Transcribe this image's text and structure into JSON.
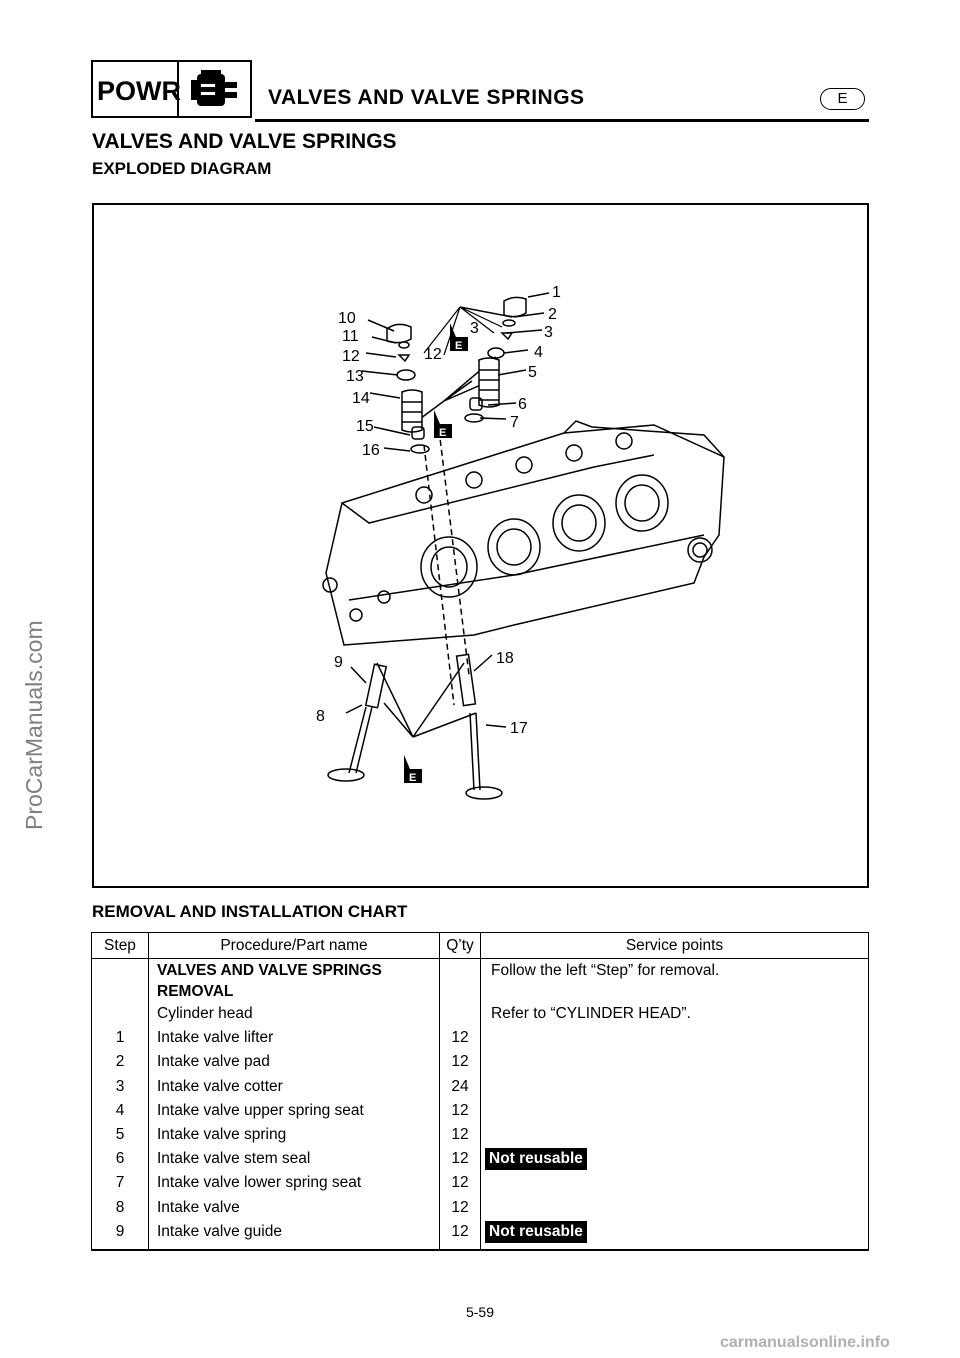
{
  "header": {
    "section_code": "POWR",
    "title": "VALVES AND VALVE SPRINGS",
    "language": "E"
  },
  "section_title": "VALVES AND VALVE SPRINGS",
  "subsection_title": "EXPLODED DIAGRAM",
  "diagram": {
    "icon": "cylinder-head-exploded-diagram",
    "callouts": [
      "1",
      "2",
      "3",
      "4",
      "5",
      "6",
      "7",
      "8",
      "9",
      "10",
      "11",
      "12",
      "13",
      "14",
      "15",
      "16",
      "17",
      "18"
    ],
    "oil_mark_label": "E",
    "inline_number_3": "3",
    "inline_number_12": "12"
  },
  "chart_title": "REMOVAL AND INSTALLATION CHART",
  "table": {
    "headers": [
      "Step",
      "Procedure/Part name",
      "Q’ty",
      "Service points"
    ],
    "rows": [
      {
        "step": "",
        "part": "VALVES AND VALVE SPRINGS REMOVAL",
        "qty": "",
        "service": "Follow the left “Step” for removal."
      },
      {
        "step": "",
        "part": "Cylinder head",
        "qty": "",
        "service": "Refer to “CYLINDER HEAD”."
      },
      {
        "step": "1",
        "part": "Intake valve lifter",
        "qty": "12",
        "service": ""
      },
      {
        "step": "2",
        "part": "Intake valve pad",
        "qty": "12",
        "service": ""
      },
      {
        "step": "3",
        "part": "Intake valve cotter",
        "qty": "24",
        "service": ""
      },
      {
        "step": "4",
        "part": "Intake valve upper spring seat",
        "qty": "12",
        "service": ""
      },
      {
        "step": "5",
        "part": "Intake valve spring",
        "qty": "12",
        "service": ""
      },
      {
        "step": "6",
        "part": "Intake valve stem seal",
        "qty": "12",
        "service": "Not reusable"
      },
      {
        "step": "7",
        "part": "Intake valve lower spring seat",
        "qty": "12",
        "service": ""
      },
      {
        "step": "8",
        "part": "Intake valve",
        "qty": "12",
        "service": ""
      },
      {
        "step": "9",
        "part": "Intake valve guide",
        "qty": "12",
        "service": "Not reusable"
      }
    ]
  },
  "page_number": "5-59",
  "watermark": "ProCarManuals.com",
  "footer_url": "carmanualsonline.info"
}
